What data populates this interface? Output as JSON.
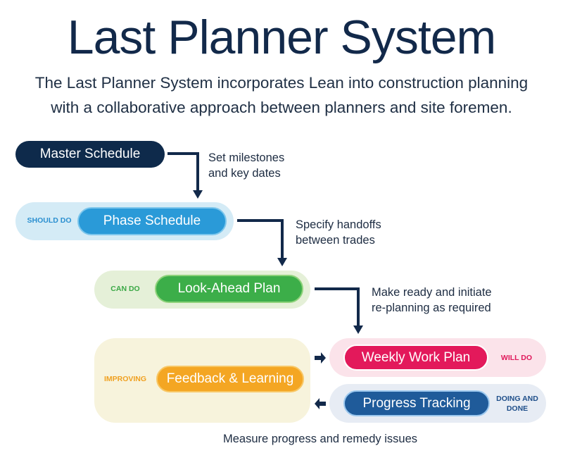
{
  "title": "Last Planner System",
  "subtitle": [
    "The Last Planner System incorporates Lean into construction planning",
    "with a collaborative approach between planners and site foremen."
  ],
  "steps": {
    "master": {
      "label": "Master Schedule",
      "note": [
        "Set milestones",
        "and key dates"
      ],
      "color": "#0e2a4b"
    },
    "phase": {
      "label": "Phase Schedule",
      "tag": "SHOULD DO",
      "note": [
        "Specify handoffs",
        "between trades"
      ],
      "color": "#2a9ad8"
    },
    "lookahead": {
      "label": "Look-Ahead Plan",
      "tag": "CAN DO",
      "note": [
        "Make ready and initiate",
        "re-planning as required"
      ],
      "color": "#3cae49"
    },
    "weekly": {
      "label": "Weekly Work Plan",
      "tag": "WILL DO",
      "color": "#e3195b"
    },
    "progress": {
      "label": "Progress Tracking",
      "tag": [
        "DOING AND",
        "DONE"
      ],
      "color": "#1f5b9a"
    },
    "feedback": {
      "label": "Feedback & Learning",
      "tag": "IMPROVING",
      "color": "#f4a623"
    }
  },
  "footer_note": "Measure progress and remedy issues"
}
